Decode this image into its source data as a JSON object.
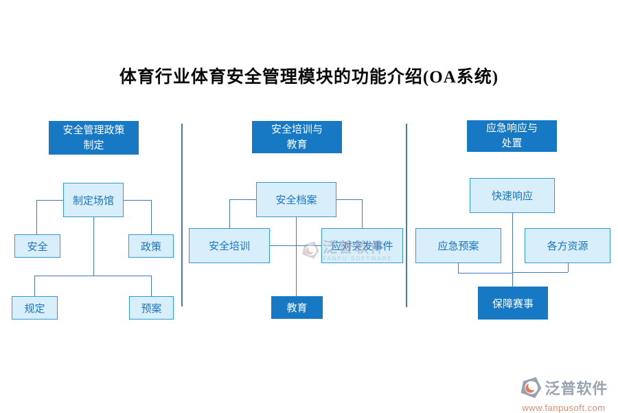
{
  "title": "体育行业体育安全管理模块的功能介绍(OA系统)",
  "columns": [
    {
      "header_lines": [
        "安全管理政策",
        "制定"
      ],
      "nodes": {
        "root": "制定场馆",
        "left": "安全",
        "right": "政策",
        "bottom_left": "规定",
        "bottom_right": "预案"
      }
    },
    {
      "header_lines": [
        "安全培训与",
        "教育"
      ],
      "nodes": {
        "root": "安全档案",
        "left": "安全培训",
        "right": "应对突发事件",
        "bottom": "教育"
      }
    },
    {
      "header_lines": [
        "应急响应与",
        "处置"
      ],
      "nodes": {
        "root": "快速响应",
        "left": "应急预案",
        "right": "各方资源",
        "bottom": "保障赛事"
      }
    }
  ],
  "watermark_center": {
    "brand": "泛普软件",
    "subtitle": "FANPU SOFTWARE"
  },
  "watermark_corner": {
    "brand": "泛普软件",
    "url": "www.fanpusoft.com"
  },
  "colors": {
    "header_fill": "#1778C3",
    "node_fill": "#D9EEFB",
    "node_border": "#2E9BD6",
    "node_text": "#1B74BE",
    "connector": "#4577BE"
  }
}
